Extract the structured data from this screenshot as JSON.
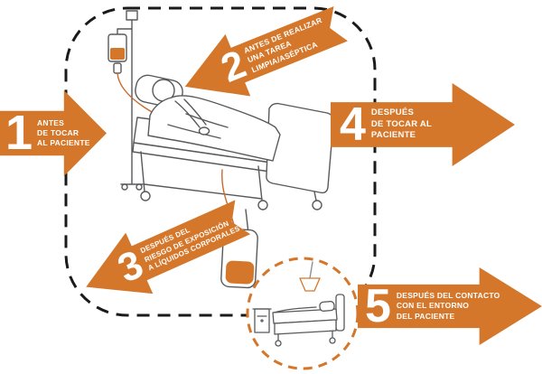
{
  "poster": {
    "accent_color": "#D4772B",
    "outline_color": "#58595B",
    "moments": [
      {
        "number": "1",
        "lines": [
          "ANTES",
          "DE TOCAR",
          "AL PACIENTE"
        ]
      },
      {
        "number": "2",
        "lines": [
          "ANTES DE REALIZAR",
          "UNA TAREA",
          "LIMPIA/ASÉPTICA"
        ]
      },
      {
        "number": "3",
        "lines": [
          "DESPUÉS DEL",
          "RIESGO DE EXPOSICIÓN",
          "A LÍQUIDOS CORPORALES"
        ]
      },
      {
        "number": "4",
        "lines": [
          "DESPUÉS",
          "DE TOCAR AL",
          "PACIENTE"
        ]
      },
      {
        "number": "5",
        "lines": [
          "DESPUÉS DEL CONTACTO",
          "CON EL ENTORNO",
          "DEL PACIENTE"
        ]
      }
    ],
    "illustrations": {
      "patient_zone": "dashed-patient-zone-border",
      "patient_bed": "patient-in-hospital-bed-with-iv-drip-and-catheter-bag",
      "environment": "patient-environment-bed-lamp-nightstand-in-dashed-circle"
    }
  }
}
